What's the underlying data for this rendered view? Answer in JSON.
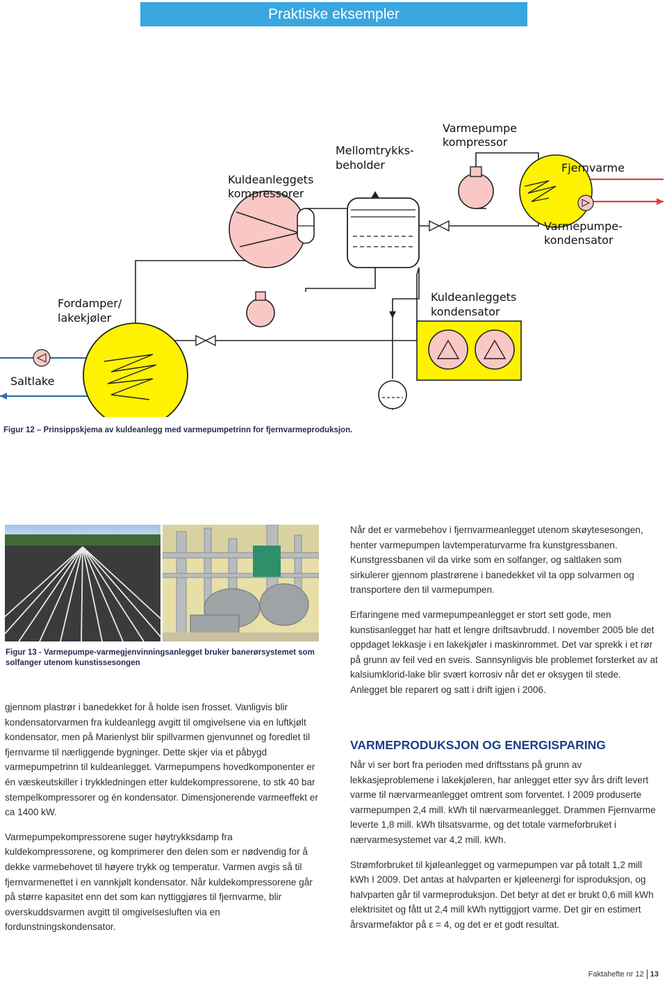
{
  "header": {
    "title": "Praktiske eksempler"
  },
  "diagram": {
    "labels": {
      "kuldeanleggets_kompressorer": [
        "Kuldeanleggets",
        "kompressorer"
      ],
      "mellomtrykksbeholder": [
        "Mellomtrykks-",
        "beholder"
      ],
      "varmepumpe_kompressor": [
        "Varmepumpe",
        "kompressor"
      ],
      "fjernvarme": "Fjernvarme",
      "varmepumpekondensator": [
        "Varmepumpe-",
        "kondensator"
      ],
      "fordamper": [
        "Fordamper/",
        "lakekjøler"
      ],
      "kuldeanleggets_kondensator": [
        "Kuldeanleggets",
        "kondensator"
      ],
      "saltlake": "Saltlake"
    },
    "colors": {
      "vessel": "#fff200",
      "pump": "#f9c8c4",
      "fjernvarme_pipe": "#e23c3c",
      "saltlake_pipe": "#2f6db5",
      "line": "#222222"
    }
  },
  "figure12": {
    "caption": "Figur 12 – Prinsippskjema av kuldeanlegg med varmepumpetrinn for fjernvarmeproduksjon."
  },
  "figure13": {
    "caption": "Figur 13 - Varmepumpe-varmegjenvinningsanlegget bruker banerørsystemet som solfanger utenom kunstissesongen"
  },
  "left_column": {
    "paragraphs": [
      "gjennom plastrør i banedekket for å holde isen frosset. Vanligvis blir kondensatorvarmen fra kuldeanlegg avgitt til omgivelsene via en luftkjølt kondensator, men på Marienlyst blir spillvarmen gjenvunnet og foredlet til fjernvarme til nærliggende bygninger. Dette skjer via et påbygd varmepumpetrinn til kuldeanlegget. Varmepumpens hovedkomponenter er én væskeutskiller i trykkledningen etter kuldekompressorene, to stk 40 bar stempelkompressorer og én kondensator. Dimensjonerende varmeeffekt er ca 1400 kW.",
      "Varmepumpekompressorene suger høytrykksdamp fra kuldekompressorene, og komprimerer den delen som er nødvendig for å dekke varmebehovet til høyere trykk og temperatur. Varmen avgis så til fjernvarmenettet i en vannkjølt kondensator. Når kuldekompressorene går på større kapasitet enn det som kan nyttiggjøres til fjernvarme, blir overskuddsvarmen avgitt til omgivelsesluften via en fordunstningskondensator."
    ]
  },
  "right_column": {
    "paragraphs_top": [
      "Når det er varmebehov i fjernvarmeanlegget utenom skøytesesongen, henter varmepumpen lavtemperaturvarme fra kunstgressbanen. Kunstgressbanen vil da virke som en solfanger, og saltlaken som sirkulerer gjennom plastrørene i banedekket vil ta opp solvarmen og transportere den til varmepumpen.",
      "Erfaringene med varmepumpeanlegget er stort sett gode, men kunstisanlegget har hatt et lengre driftsavbrudd. I november 2005 ble det oppdaget lekkasje i en lakekjøler i maskinrommet. Det var sprekk i et rør på grunn av feil ved en sveis. Sannsynligvis ble problemet forsterket av at kalsiumklorid-lake blir svært korrosiv når det er oksygen til stede. Anlegget ble reparert og satt i drift igjen i 2006."
    ],
    "heading": "VARMEPRODUKSJON OG ENERGISPARING",
    "paragraphs_bottom": [
      "Når vi ser bort fra perioden med driftsstans på grunn av lekkasjeproblemene i lakekjøleren, har anlegget etter syv års drift levert varme til nærvarmeanlegget omtrent som forventet. I 2009 produserte varmepumpen 2,4 mill. kWh til nærvarmeanlegget. Drammen Fjernvarme leverte 1,8 mill. kWh tilsatsvarme, og det totale varmeforbruket i nærvarmesystemet var 4,2 mill. kWh.",
      "Strømforbruket til kjøleanlegget og varmepumpen var på totalt 1,2 mill kWh I 2009. Det antas at halvparten er kjøleenergi for isproduksjon, og halvparten går til varmeproduksjon. Det betyr at det er brukt 0,6 mill kWh elektrisitet og fått ut 2,4 mill kWh nyttiggjort varme. Det gir en estimert årsvarmefaktor på ε = 4, og det er et godt resultat."
    ]
  },
  "footer": {
    "label": "Faktahefte nr 12",
    "page": "13"
  }
}
